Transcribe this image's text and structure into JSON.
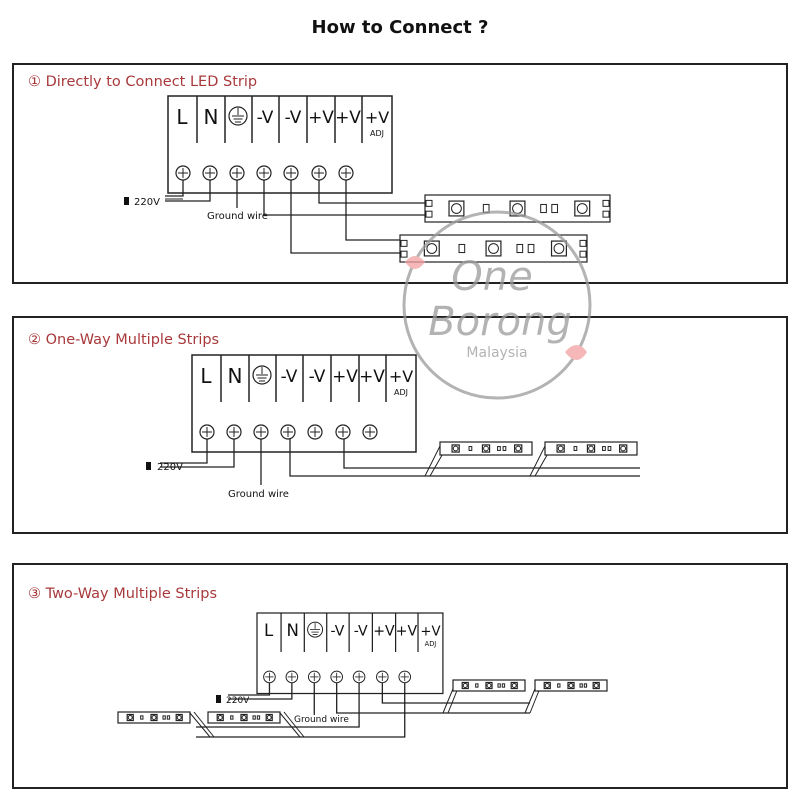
{
  "title": "How to Connect ?",
  "terminal_labels": [
    "L",
    "N",
    "ground-symbol",
    "-V",
    "-V",
    "+V",
    "+V",
    "+V"
  ],
  "adj_label": "ADJ",
  "voltage_label": "220V",
  "ground_label": "Ground wire",
  "sections": [
    {
      "title": "① Directly to Connect LED Strip"
    },
    {
      "title": "② One-Way Multiple Strips"
    },
    {
      "title": "③ Two-Way Multiple Strips"
    }
  ],
  "watermark": {
    "line1": "One",
    "line2": "Borong",
    "line3": "Malaysia"
  },
  "colors": {
    "section_title": "#a8393b",
    "line": "#222222",
    "watermark": "#9a9a9a",
    "watermark_accent": "#f2a0a0"
  }
}
